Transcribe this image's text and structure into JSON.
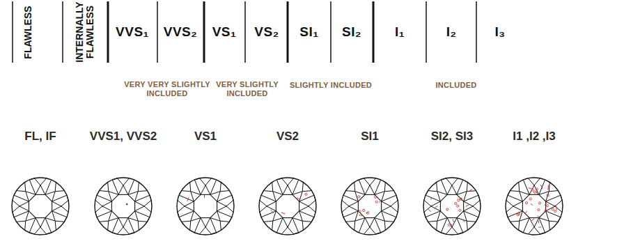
{
  "diagram": {
    "labels": [
      "FLAWLESS",
      "INTERNALLY FLAWLESS",
      "VVS₁",
      "VVS₂",
      "VS₁",
      "VS₂",
      "SI₁",
      "SI₂",
      "I₁",
      "I₂",
      "I₃",
      "VERY VERY SLIGHTLY INCLUDED",
      "VERY SLIGHTLY INCLUDED",
      "SLIGHTLY INCLUDED",
      "INCLUDED",
      "FL, IF",
      "VVS1, VVS2",
      "VS1",
      "VS2",
      "SI1",
      "SI2, SI3",
      "I1 ,I2 ,I3"
    ]
  }
}
